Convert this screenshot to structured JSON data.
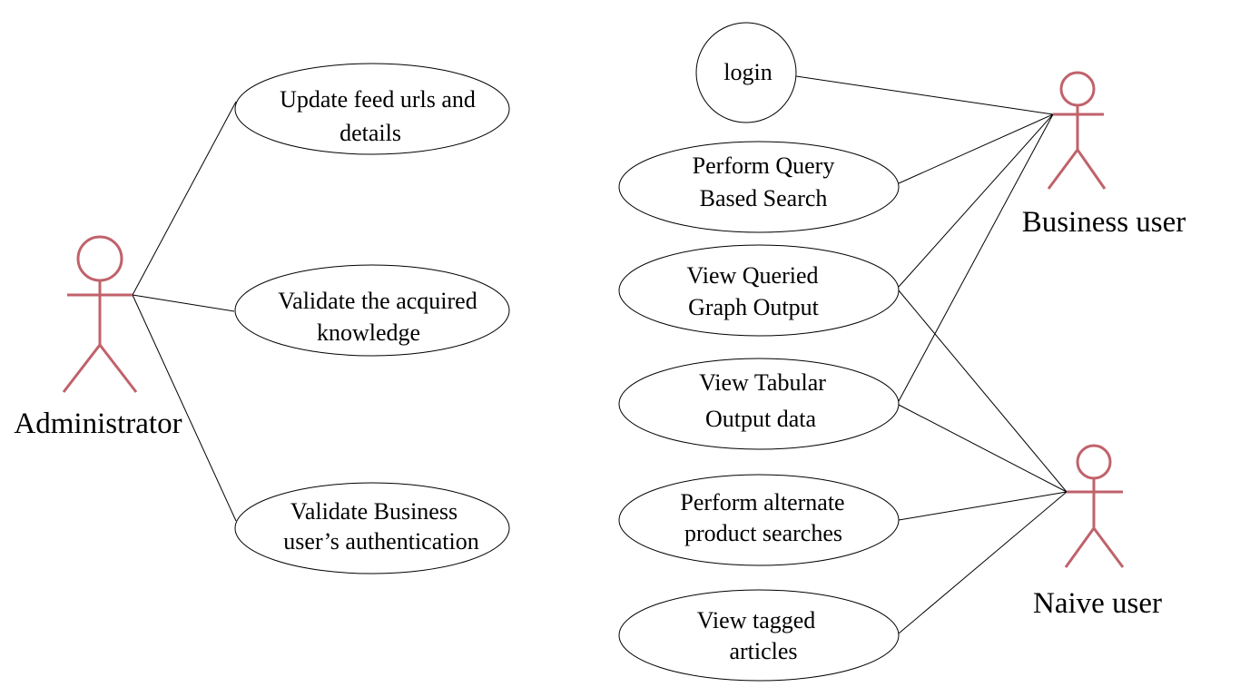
{
  "actors": {
    "administrator": {
      "name": "Administrator"
    },
    "business_user": {
      "name": "Business user"
    },
    "naive_user": {
      "name": "Naive user"
    }
  },
  "use_cases": {
    "update_feed": {
      "lines": [
        "Update feed urls and",
        "details"
      ]
    },
    "validate_knowledge": {
      "lines": [
        "Validate the acquired",
        "knowledge"
      ]
    },
    "validate_auth": {
      "lines": [
        "Validate Business",
        "user’s authentication"
      ]
    },
    "login": {
      "lines": [
        "login"
      ]
    },
    "query_search": {
      "lines": [
        "Perform Query",
        "Based Search"
      ]
    },
    "graph_output": {
      "lines": [
        "View Queried",
        "Graph Output"
      ]
    },
    "tabular_output": {
      "lines": [
        "View Tabular",
        "Output data"
      ]
    },
    "alternate_search": {
      "lines": [
        "Perform alternate",
        "product searches"
      ]
    },
    "tagged_articles": {
      "lines": [
        "View tagged",
        "articles"
      ]
    }
  },
  "colors": {
    "actor_stroke": "#c0626b",
    "line": "#000000",
    "background": "#ffffff"
  }
}
